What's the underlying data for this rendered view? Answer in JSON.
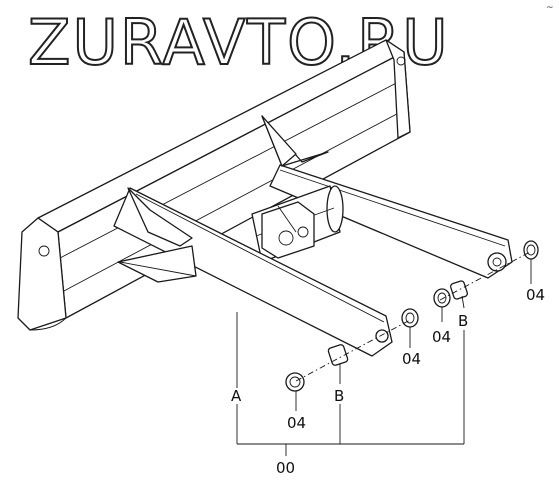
{
  "watermark": "ZURAVTO.RU",
  "corner_mark": "~",
  "callouts": {
    "assembly": "00",
    "frame": "A",
    "bushing": "B",
    "washer": "04"
  }
}
